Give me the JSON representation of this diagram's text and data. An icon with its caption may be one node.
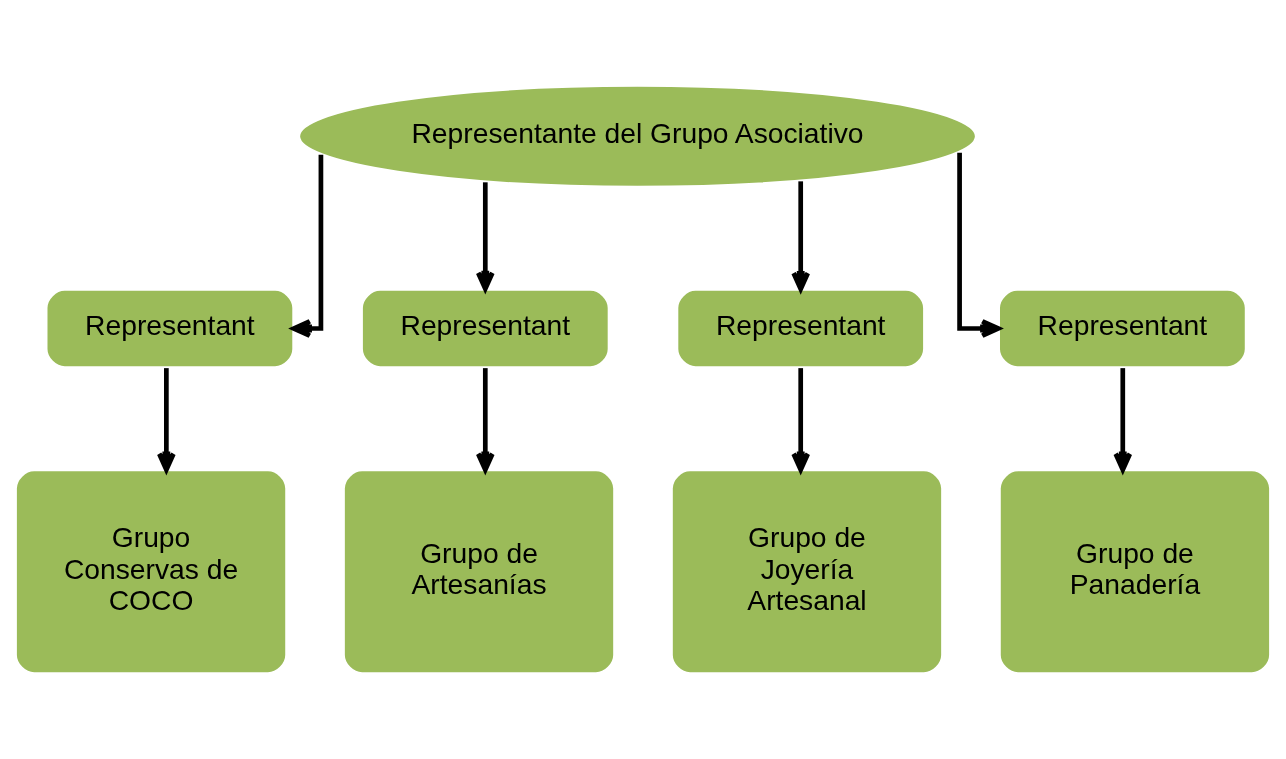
{
  "diagram": {
    "nodes": [
      {
        "text": [
          "Representante del Grupo Asociativo"
        ]
      },
      {
        "text": [
          "Representant"
        ]
      },
      {
        "text": [
          "Representant"
        ]
      },
      {
        "text": [
          "Representant"
        ]
      },
      {
        "text": [
          "Representant"
        ]
      },
      {
        "text": [
          "Grupo Conservas de COCO"
        ]
      },
      {
        "text": [
          "Grupo de Artesanías"
        ]
      },
      {
        "text": [
          "Grupo de Joyería Artesanal"
        ]
      },
      {
        "text": [
          "Grupo de Panadería"
        ]
      }
    ],
    "edges": [
      {
        "from": 0,
        "to": 1,
        "arrow": "to"
      },
      {
        "from": 0,
        "to": 2,
        "arrow": "to"
      },
      {
        "from": 0,
        "to": 3,
        "arrow": "to"
      },
      {
        "from": 0,
        "to": 4,
        "arrow": "to"
      },
      {
        "from": 1,
        "to": 5,
        "arrow": "to"
      },
      {
        "from": 2,
        "to": 6,
        "arrow": "to"
      },
      {
        "from": 3,
        "to": 7,
        "arrow": "to"
      },
      {
        "from": 4,
        "to": 8,
        "arrow": "to"
      }
    ]
  }
}
